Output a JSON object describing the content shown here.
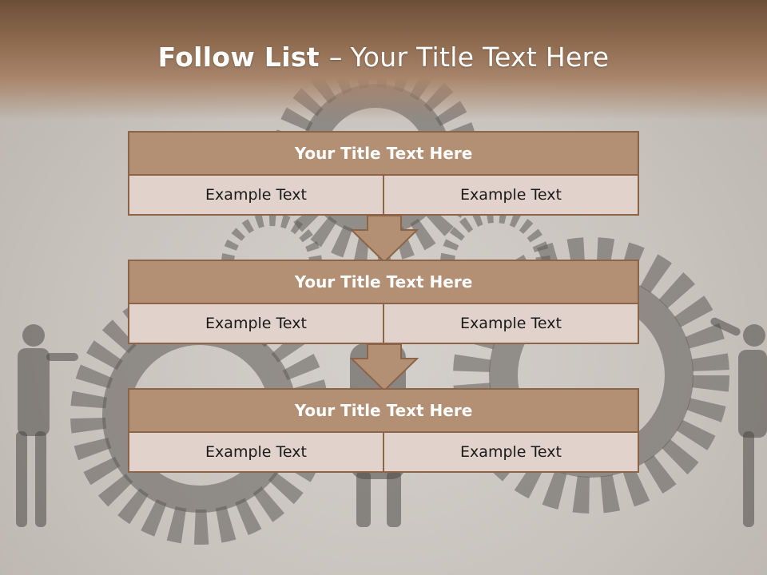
{
  "slide": {
    "title_bold": "Follow List",
    "title_dash": "–",
    "title_rest": "Your Title Text Here"
  },
  "blocks": [
    {
      "title": "Your Title Text Here",
      "left": "Example Text",
      "right": "Example Text"
    },
    {
      "title": "Your Title Text Here",
      "left": "Example Text",
      "right": "Example Text"
    },
    {
      "title": "Your Title Text Here",
      "left": "Example Text",
      "right": "Example Text"
    }
  ],
  "colors": {
    "header": "#8e6a4f",
    "block_title": "#b38f73",
    "block_border": "#8c6548",
    "cell": "#e1d3cc",
    "arrow": "#b38f73"
  },
  "background_image": "gears-and-businessmen-photo"
}
